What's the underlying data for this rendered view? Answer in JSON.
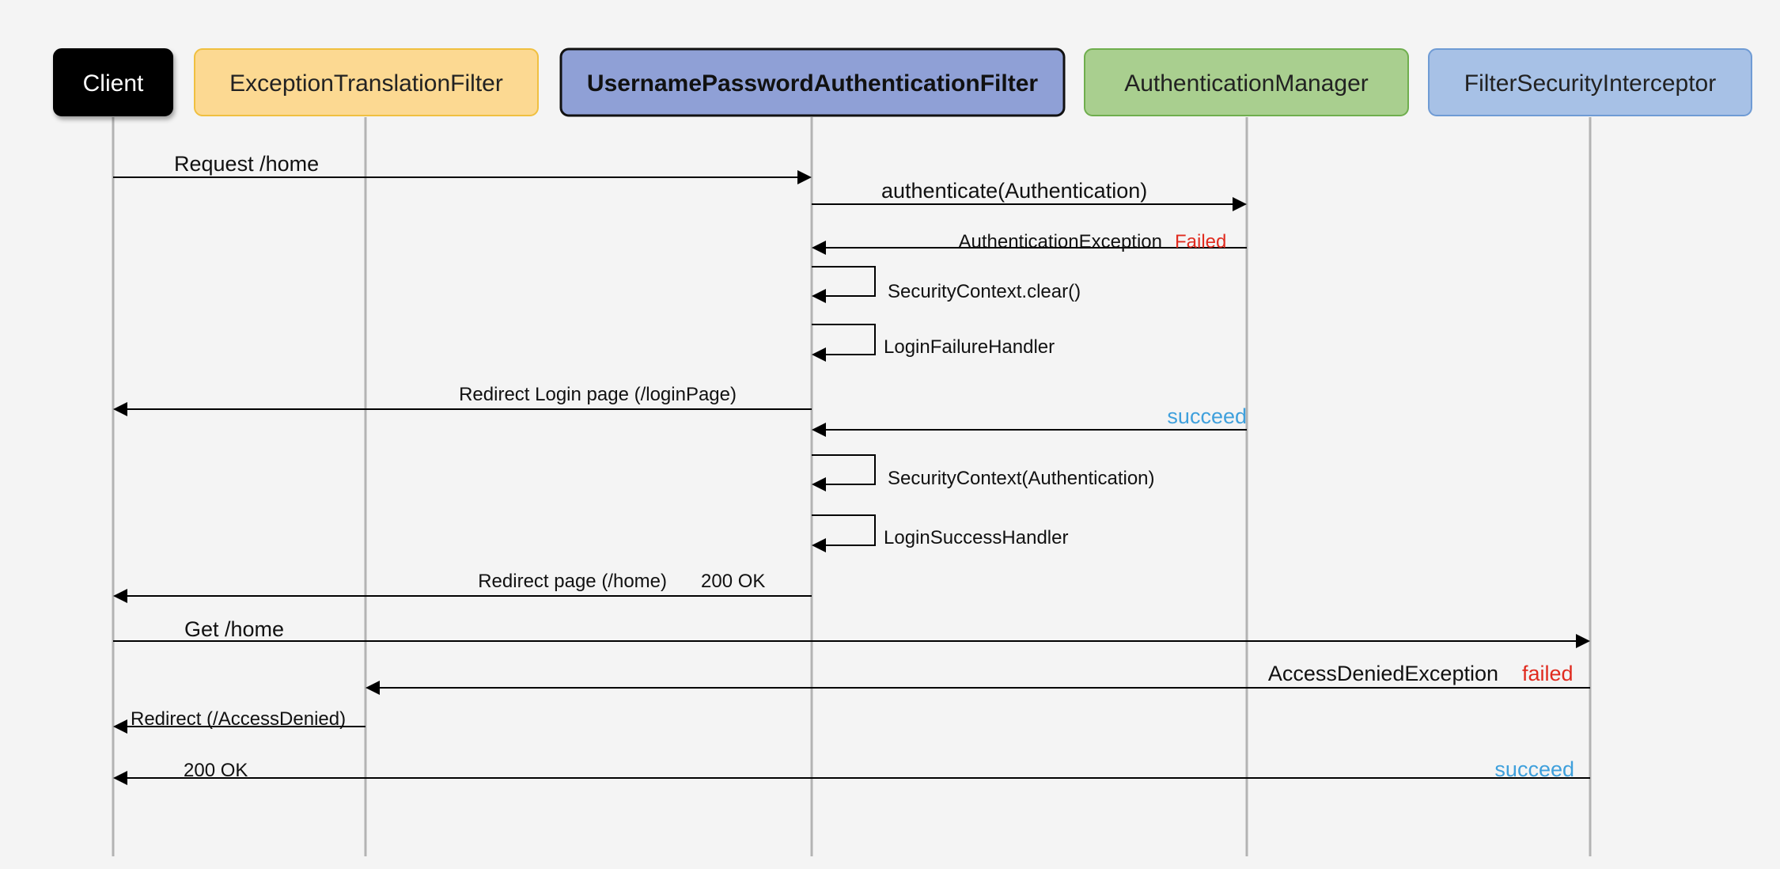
{
  "participants": [
    {
      "key": "client",
      "label": "Client",
      "bold": false,
      "fill": "#000000",
      "stroke": "#000000",
      "text_color": "#ffffff"
    },
    {
      "key": "etf",
      "label": "ExceptionTranslationFilter",
      "bold": false,
      "fill": "#fcd992",
      "stroke": "#f0c040",
      "text_color": "#222222"
    },
    {
      "key": "upaf",
      "label": "UsernamePasswordAuthenticationFilter",
      "bold": true,
      "fill": "#8fa0d6",
      "stroke": "#111111",
      "text_color": "#111111"
    },
    {
      "key": "am",
      "label": "AuthenticationManager",
      "bold": false,
      "fill": "#a9cf8f",
      "stroke": "#6fae4e",
      "text_color": "#222222"
    },
    {
      "key": "fsi",
      "label": "FilterSecurityInterceptor",
      "bold": false,
      "fill": "#a7c1e6",
      "stroke": "#6f9bd4",
      "text_color": "#222222"
    }
  ],
  "messages": [
    {
      "from": "client",
      "to": "upaf",
      "text": "Request /home",
      "size": "big"
    },
    {
      "from": "upaf",
      "to": "am",
      "text": "authenticate(Authentication)",
      "size": "big"
    },
    {
      "from": "am",
      "to": "upaf",
      "text": "AuthenticationException",
      "size": "normal",
      "status": "Failed",
      "status_color": "#e02b1f"
    },
    {
      "self": "upaf",
      "text": "SecurityContext.clear()",
      "size": "normal"
    },
    {
      "self": "upaf",
      "text": "LoginFailureHandler",
      "size": "normal"
    },
    {
      "from": "upaf",
      "to": "client",
      "text": "Redirect Login page (/loginPage)",
      "size": "normal"
    },
    {
      "from": "am",
      "to": "upaf",
      "text": "",
      "size": "normal",
      "status": "succeed",
      "status_color": "#3fa0dc"
    },
    {
      "self": "upaf",
      "text": "SecurityContext(Authentication)",
      "size": "normal"
    },
    {
      "self": "upaf",
      "text": "LoginSuccessHandler",
      "size": "normal"
    },
    {
      "from": "upaf",
      "to": "client",
      "text": "Redirect page (/home)",
      "size": "normal",
      "extra": "200 OK"
    },
    {
      "from": "client",
      "to": "fsi",
      "text": "Get /home",
      "size": "big"
    },
    {
      "from": "fsi",
      "to": "etf",
      "text": "AccessDeniedException",
      "size": "big",
      "status": "failed",
      "status_color": "#e02b1f"
    },
    {
      "from": "etf",
      "to": "client",
      "text": "Redirect (/AccessDenied)",
      "size": "normal"
    },
    {
      "from": "fsi",
      "to": "client",
      "text": "200 OK",
      "size": "normal",
      "status": "succeed",
      "status_color": "#3fa0dc"
    }
  ]
}
